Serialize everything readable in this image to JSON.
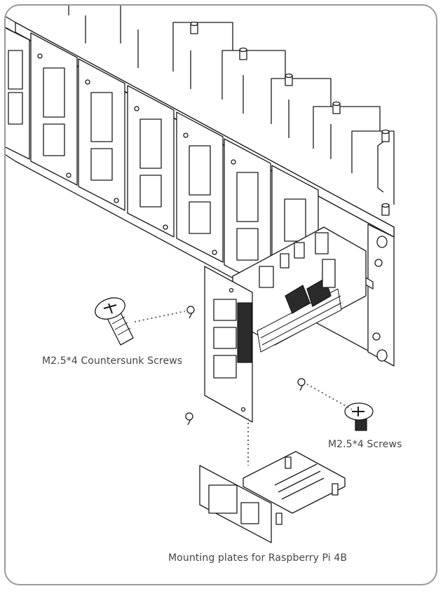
{
  "diagram": {
    "labels": {
      "countersunk_screws": "M2.5*4 Countersunk Screws",
      "screws": "M2.5*4 Screws",
      "mounting_plates": "Mounting plates for Raspberry Pi 4B"
    },
    "colors": {
      "line": "#1a1a1a",
      "fill": "#ffffff",
      "dark": "#2a2a2a",
      "dotted": "#666666",
      "frame": "#9a9a9a",
      "text": "#444444"
    }
  }
}
